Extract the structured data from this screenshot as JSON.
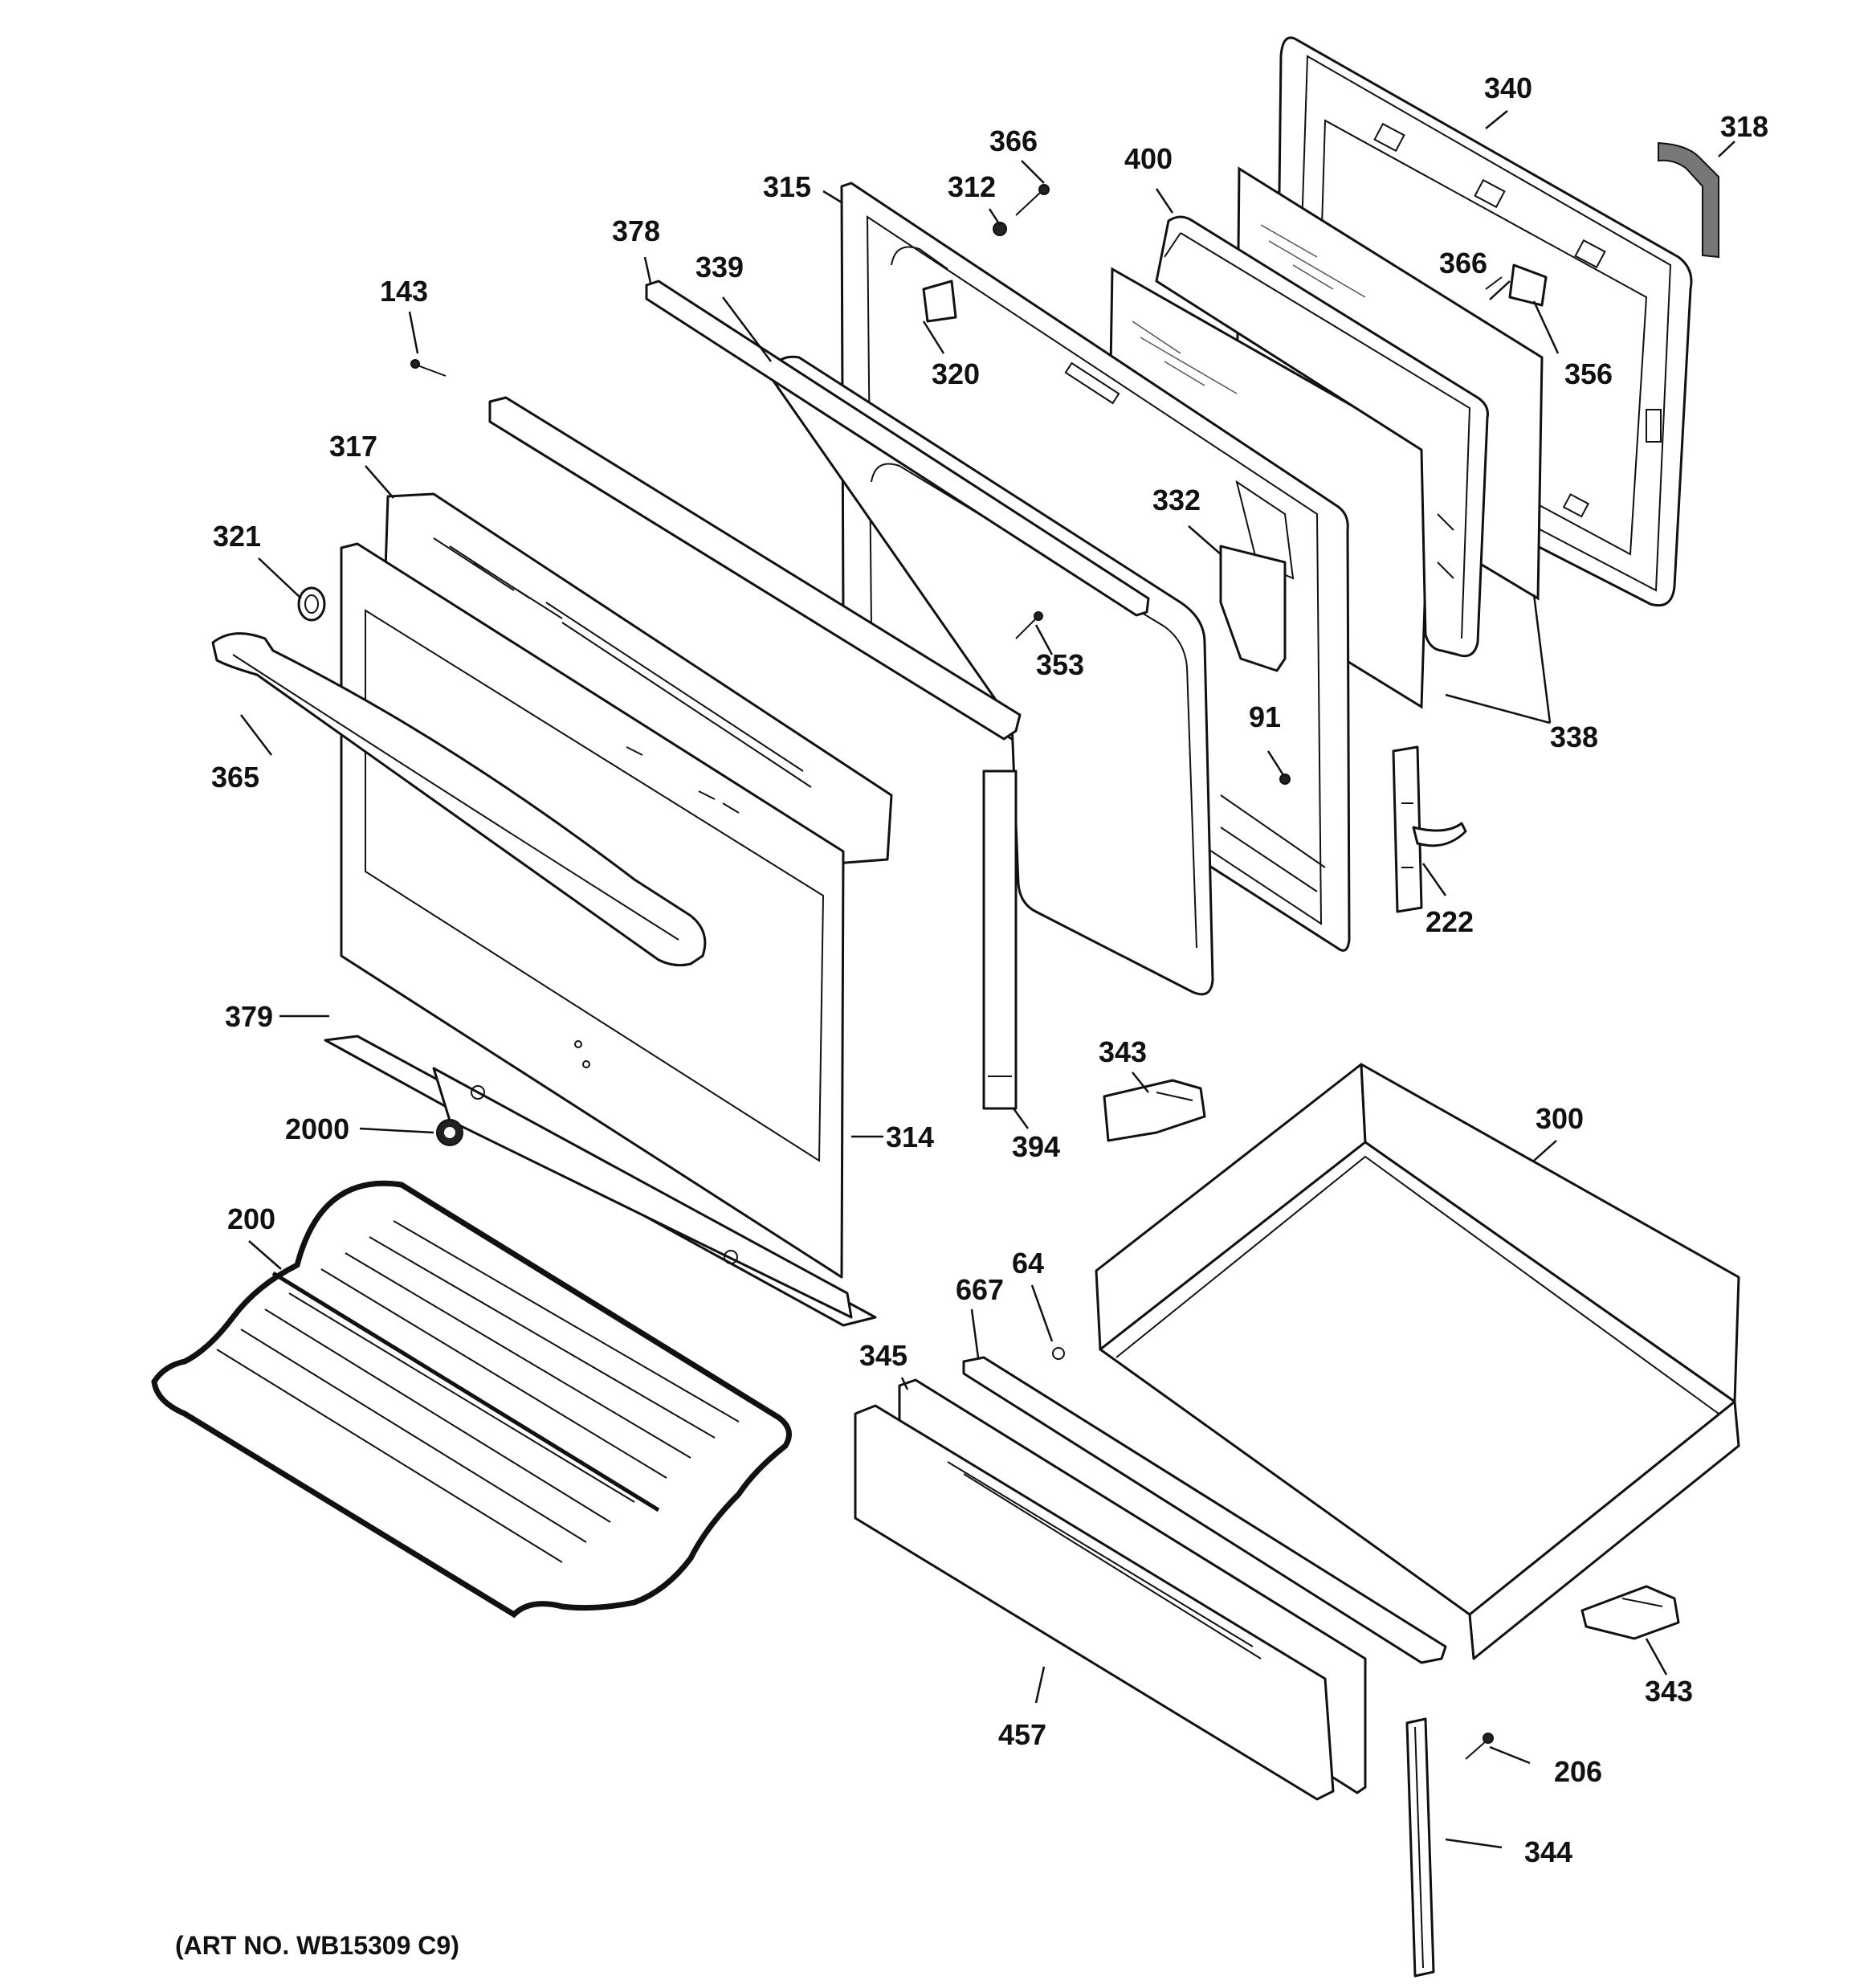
{
  "diagram": {
    "title": "",
    "art_number": "(ART NO. WB15309 C9)",
    "callouts": [
      {
        "key": "340",
        "label": "340"
      },
      {
        "key": "318",
        "label": "318"
      },
      {
        "key": "366a",
        "label": "366"
      },
      {
        "key": "312",
        "label": "312"
      },
      {
        "key": "315",
        "label": "315"
      },
      {
        "key": "400",
        "label": "400"
      },
      {
        "key": "378",
        "label": "378"
      },
      {
        "key": "339",
        "label": "339"
      },
      {
        "key": "366b",
        "label": "366"
      },
      {
        "key": "143",
        "label": "143"
      },
      {
        "key": "320",
        "label": "320"
      },
      {
        "key": "356",
        "label": "356"
      },
      {
        "key": "317",
        "label": "317"
      },
      {
        "key": "332",
        "label": "332"
      },
      {
        "key": "321",
        "label": "321"
      },
      {
        "key": "353",
        "label": "353"
      },
      {
        "key": "338",
        "label": "338"
      },
      {
        "key": "365",
        "label": "365"
      },
      {
        "key": "91",
        "label": "91"
      },
      {
        "key": "222",
        "label": "222"
      },
      {
        "key": "379",
        "label": "379"
      },
      {
        "key": "343a",
        "label": "343"
      },
      {
        "key": "300",
        "label": "300"
      },
      {
        "key": "2000",
        "label": "2000"
      },
      {
        "key": "314",
        "label": "314"
      },
      {
        "key": "394",
        "label": "394"
      },
      {
        "key": "200",
        "label": "200"
      },
      {
        "key": "64",
        "label": "64"
      },
      {
        "key": "667",
        "label": "667"
      },
      {
        "key": "345",
        "label": "345"
      },
      {
        "key": "343b",
        "label": "343"
      },
      {
        "key": "457",
        "label": "457"
      },
      {
        "key": "206",
        "label": "206"
      },
      {
        "key": "344",
        "label": "344"
      }
    ]
  }
}
